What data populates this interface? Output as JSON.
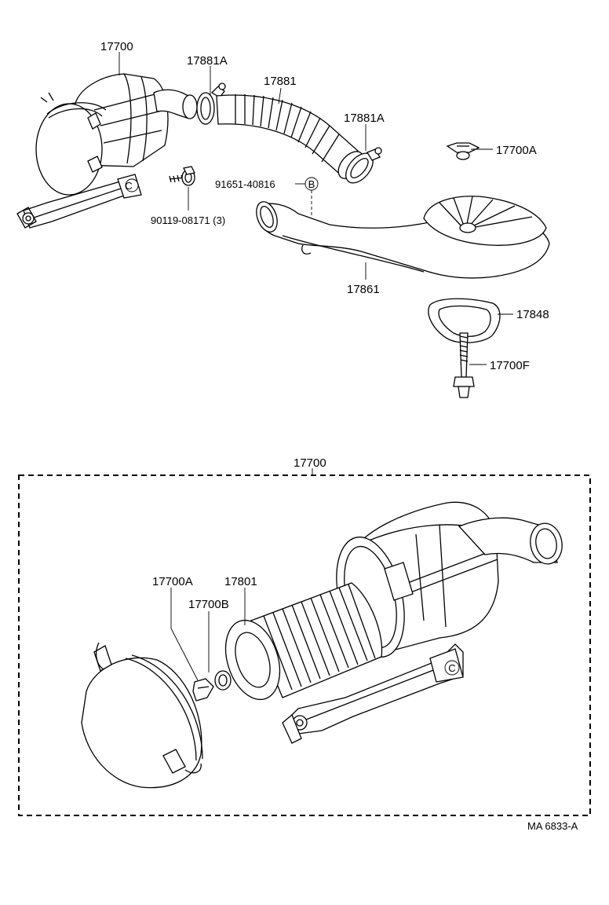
{
  "labels": {
    "top_assembly": "17700",
    "clamp_left": "17881A",
    "hose": "17881",
    "clamp_right": "17881A",
    "wing_nut_top": "17700A",
    "ref_b_part": "91651-40816",
    "ref_b_marker": "B",
    "bolt": "90119-08171 (3)",
    "inlet_duct": "17861",
    "gasket": "17848",
    "stud": "17700F",
    "bottom_assembly": "17700",
    "wing_nut_bottom": "17700A",
    "element": "17801",
    "washer": "17700B",
    "ref_c_top": "C",
    "ref_c_bottom": "C"
  },
  "footer": {
    "code": "MA  6833-A"
  }
}
